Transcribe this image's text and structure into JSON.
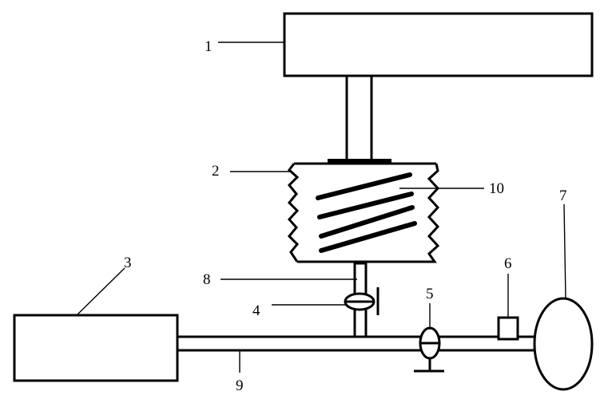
{
  "labels": {
    "l1": "1",
    "l2": "2",
    "l3": "3",
    "l4": "4",
    "l5": "5",
    "l6": "6",
    "l7": "7",
    "l8": "8",
    "l9": "9",
    "l10": "10"
  },
  "colors": {
    "ink": "#000000",
    "background": "#ffffff"
  }
}
